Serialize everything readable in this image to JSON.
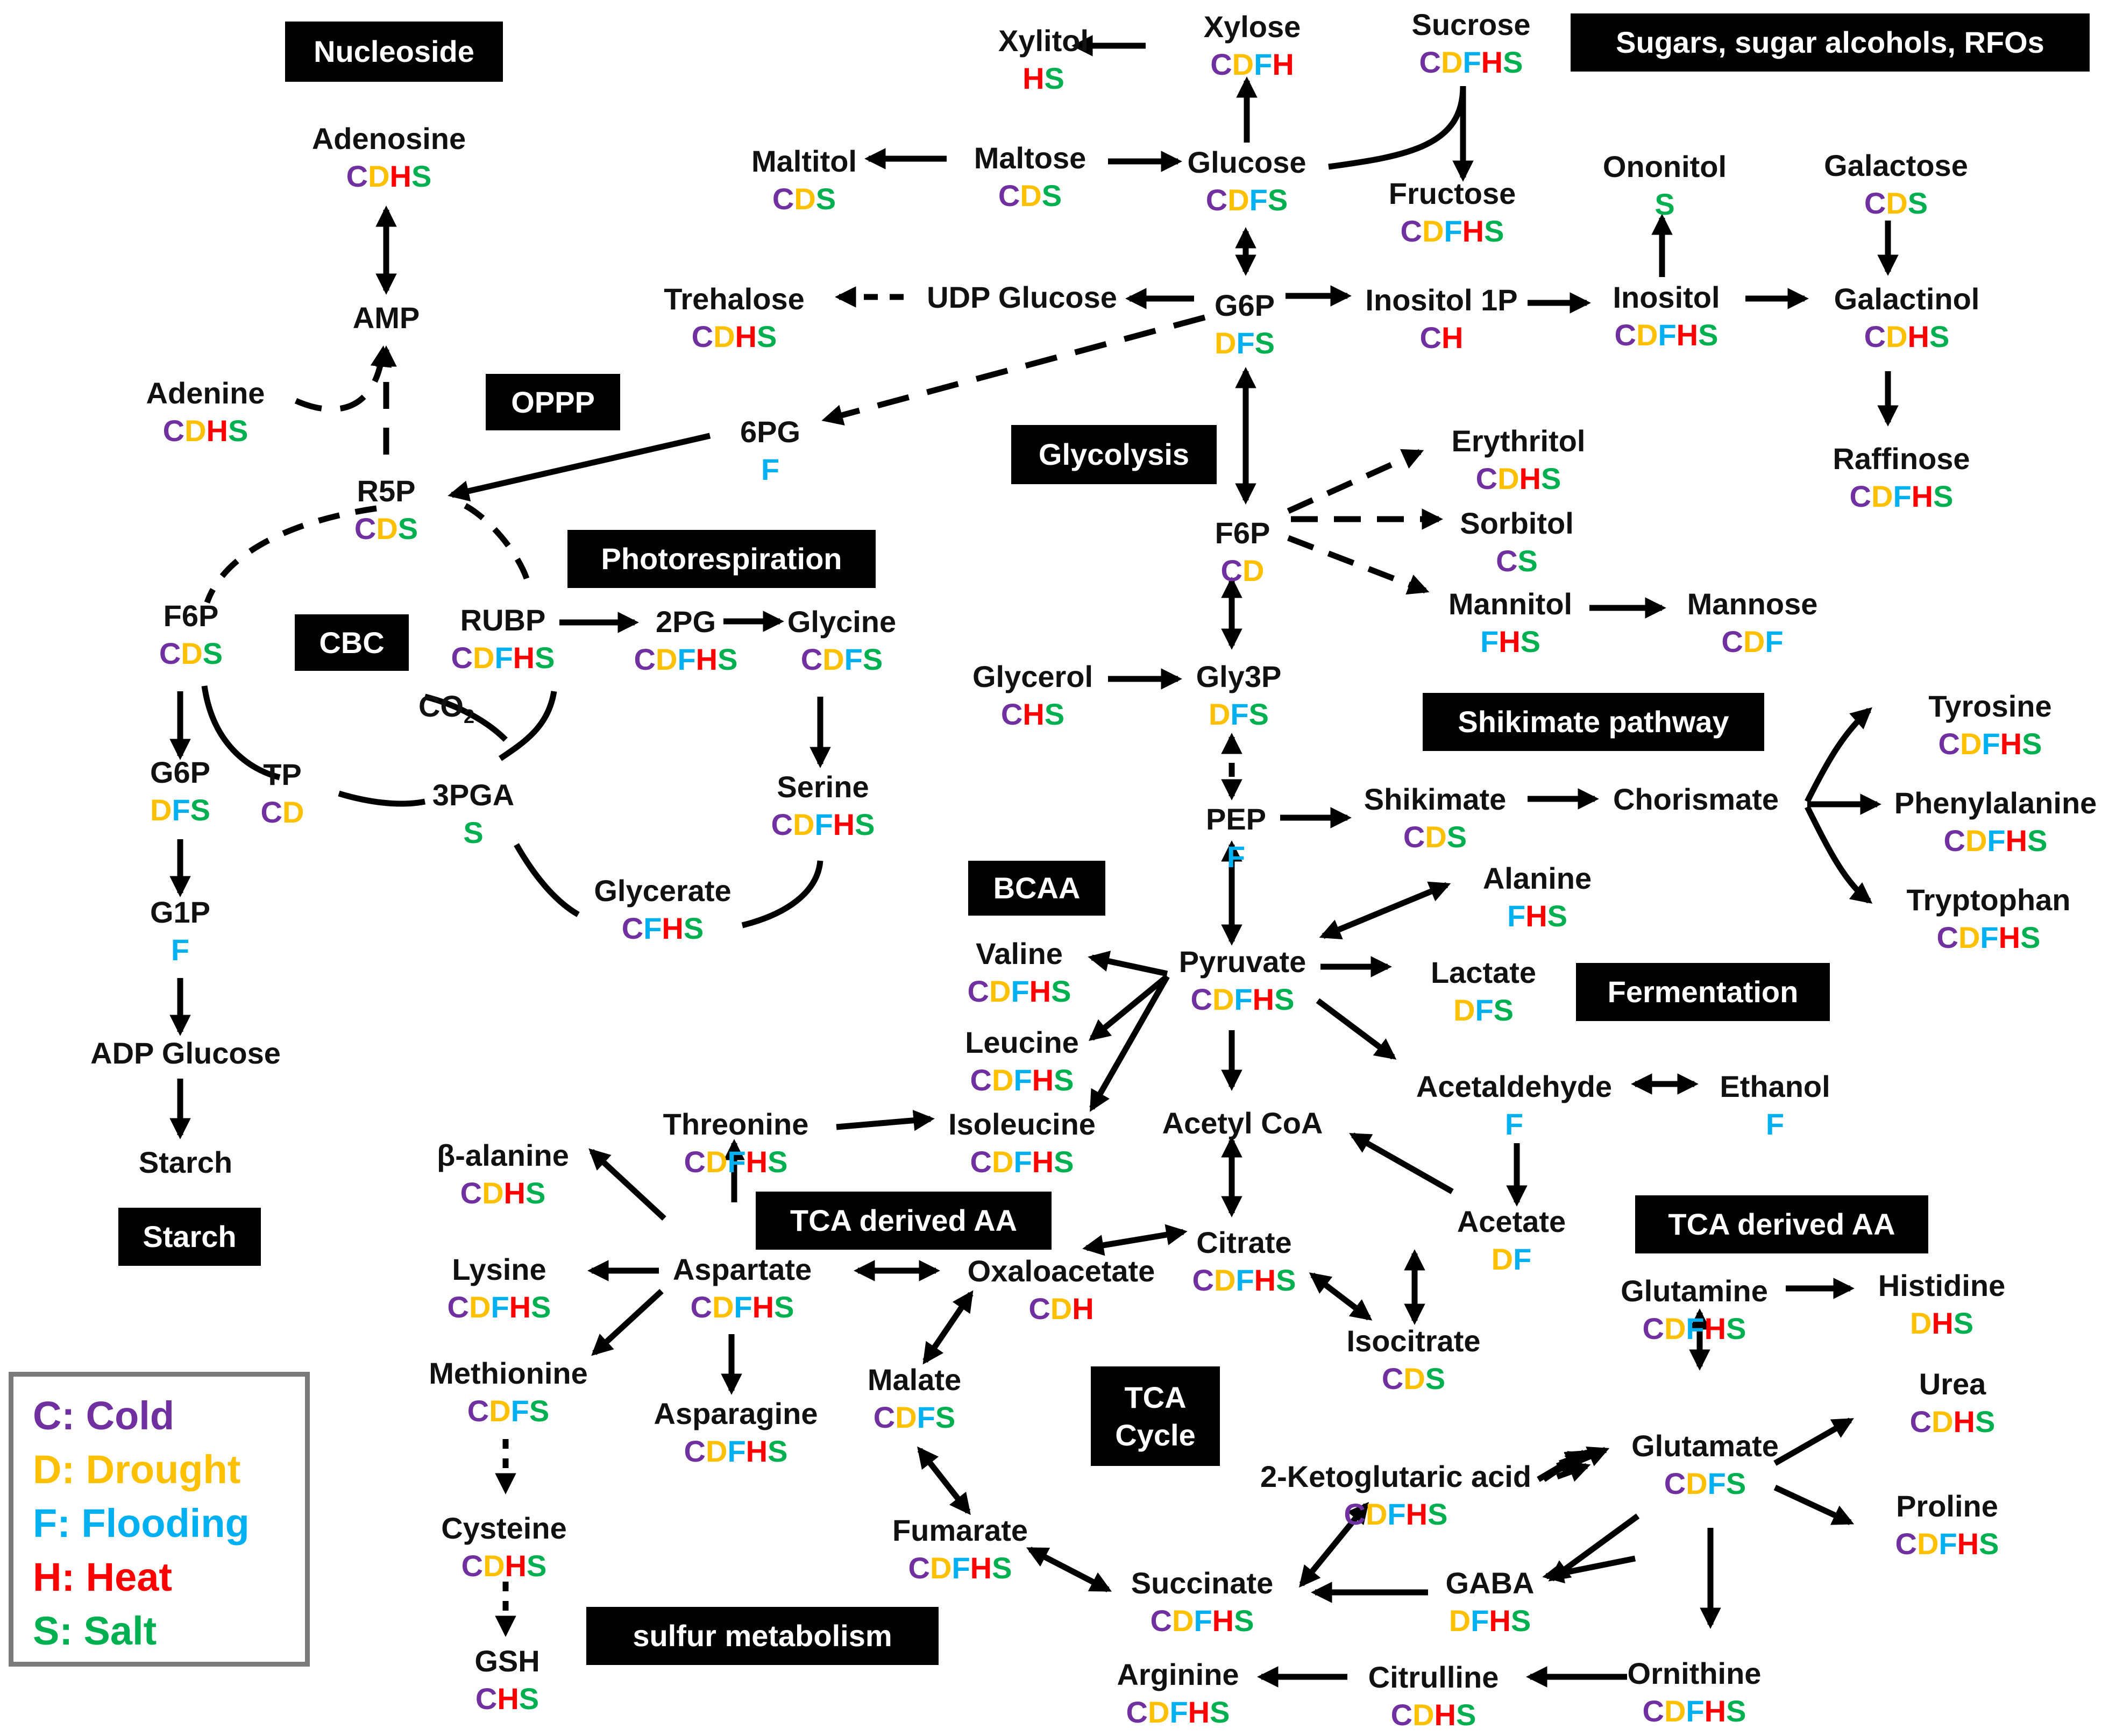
{
  "colors": {
    "C": "#7030a0",
    "D": "#ffc000",
    "F": "#00b0f0",
    "H": "#ff0000",
    "S": "#00b050"
  },
  "labels": {
    "nucleoside": "Nucleoside",
    "sugars": "Sugars, sugar alcohols, RFOs",
    "oppp": "OPPP",
    "glycolysis": "Glycolysis",
    "photorespiration": "Photorespiration",
    "cbc": "CBC",
    "shikimate": "Shikimate pathway",
    "bcaa": "BCAA",
    "fermentation": "Fermentation",
    "tca_aa_left": "TCA derived AA",
    "tca_aa_right": "TCA derived AA",
    "tca_cycle": "TCA Cycle",
    "starch": "Starch",
    "sulfur": "sulfur metabolism"
  },
  "legend": [
    {
      "letter": "C",
      "text": "C: Cold"
    },
    {
      "letter": "D",
      "text": "D: Drought"
    },
    {
      "letter": "F",
      "text": "F: Flooding"
    },
    {
      "letter": "H",
      "text": "H: Heat"
    },
    {
      "letter": "S",
      "text": "S: Salt"
    }
  ],
  "metabolites": {
    "xylitol": {
      "name": "Xylitol",
      "codes": "HS"
    },
    "xylose": {
      "name": "Xylose",
      "codes": "CDFH"
    },
    "sucrose": {
      "name": "Sucrose",
      "codes": "CDFHS"
    },
    "maltitol": {
      "name": "Maltitol",
      "codes": "CDS"
    },
    "maltose": {
      "name": "Maltose",
      "codes": "CDS"
    },
    "glucose": {
      "name": "Glucose",
      "codes": "CDFS"
    },
    "fructose": {
      "name": "Fructose",
      "codes": "CDFHS"
    },
    "ononitol": {
      "name": "Ononitol",
      "codes": "S"
    },
    "galactose": {
      "name": "Galactose",
      "codes": "CDS"
    },
    "adenosine": {
      "name": "Adenosine",
      "codes": "CDHS"
    },
    "amp": {
      "name": "AMP",
      "codes": ""
    },
    "adenine": {
      "name": "Adenine",
      "codes": "CDHS"
    },
    "trehalose": {
      "name": "Trehalose",
      "codes": "CDHS"
    },
    "udpglucose": {
      "name": "UDP Glucose",
      "codes": ""
    },
    "g6p_top": {
      "name": "G6P",
      "codes": "DFS"
    },
    "inositol1p": {
      "name": "Inositol 1P",
      "codes": "CH"
    },
    "inositol": {
      "name": "Inositol",
      "codes": "CDFHS"
    },
    "galactinol": {
      "name": "Galactinol",
      "codes": "CDHS"
    },
    "raffinose": {
      "name": "Raffinose",
      "codes": "CDFHS"
    },
    "sixpg": {
      "name": "6PG",
      "codes": "F"
    },
    "r5p": {
      "name": "R5P",
      "codes": "CDS"
    },
    "erythritol": {
      "name": "Erythritol",
      "codes": "CDHS"
    },
    "sorbitol": {
      "name": "Sorbitol",
      "codes": "CS"
    },
    "f6p_mid": {
      "name": "F6P",
      "codes": "CD"
    },
    "mannitol": {
      "name": "Mannitol",
      "codes": "FHS"
    },
    "mannose": {
      "name": "Mannose",
      "codes": "CDF"
    },
    "f6p_left": {
      "name": "F6P",
      "codes": "CDS"
    },
    "rubp": {
      "name": "RUBP",
      "codes": "CDFHS"
    },
    "twopg": {
      "name": "2PG",
      "codes": "CDFHS"
    },
    "glycine": {
      "name": "Glycine",
      "codes": "CDFS"
    },
    "glycerol": {
      "name": "Glycerol",
      "codes": "CHS"
    },
    "gly3p": {
      "name": "Gly3P",
      "codes": "DFS"
    },
    "co2": {
      "name": "CO",
      "sub": "2"
    },
    "g6p_left": {
      "name": "G6P",
      "codes": "DFS"
    },
    "tp": {
      "name": "TP",
      "codes": "CD"
    },
    "threepga": {
      "name": "3PGA",
      "codes": "S"
    },
    "serine": {
      "name": "Serine",
      "codes": "CDFHS"
    },
    "tyrosine": {
      "name": "Tyrosine",
      "codes": "CDFHS"
    },
    "pep": {
      "name": "PEP",
      "codes": "F"
    },
    "shikimate": {
      "name": "Shikimate",
      "codes": "CDS"
    },
    "chorismate": {
      "name": "Chorismate",
      "codes": ""
    },
    "phenylalanine": {
      "name": "Phenylalanine",
      "codes": "CDFHS"
    },
    "tryptophan": {
      "name": "Tryptophan",
      "codes": "CDFHS"
    },
    "g1p": {
      "name": "G1P",
      "codes": "F"
    },
    "glycerate": {
      "name": "Glycerate",
      "codes": "CFHS"
    },
    "alanine": {
      "name": "Alanine",
      "codes": "FHS"
    },
    "valine": {
      "name": "Valine",
      "codes": "CDFHS"
    },
    "pyruvate": {
      "name": "Pyruvate",
      "codes": "CDFHS"
    },
    "lactate": {
      "name": "Lactate",
      "codes": "DFS"
    },
    "leucine": {
      "name": "Leucine",
      "codes": "CDFHS"
    },
    "adpglucose": {
      "name": "ADP Glucose",
      "codes": ""
    },
    "threonine": {
      "name": "Threonine",
      "codes": "CDFHS"
    },
    "isoleucine": {
      "name": "Isoleucine",
      "codes": "CDFHS"
    },
    "acetylcoa": {
      "name": "Acetyl CoA",
      "codes": ""
    },
    "acetaldehyde": {
      "name": "Acetaldehyde",
      "codes": "F"
    },
    "ethanol": {
      "name": "Ethanol",
      "codes": "F"
    },
    "starch_m": {
      "name": "Starch",
      "codes": ""
    },
    "betaalanine": {
      "name": "β-alanine",
      "codes": "CDHS"
    },
    "acetate": {
      "name": "Acetate",
      "codes": "DF"
    },
    "citrate": {
      "name": "Citrate",
      "codes": "CDFHS"
    },
    "lysine": {
      "name": "Lysine",
      "codes": "CDFHS"
    },
    "aspartate": {
      "name": "Aspartate",
      "codes": "CDFHS"
    },
    "oxaloacetate": {
      "name": "Oxaloacetate",
      "codes": "CDH"
    },
    "glutamine": {
      "name": "Glutamine",
      "codes": "CDFHS"
    },
    "histidine": {
      "name": "Histidine",
      "codes": "DHS"
    },
    "isocitrate": {
      "name": "Isocitrate",
      "codes": "CDS"
    },
    "methionine": {
      "name": "Methionine",
      "codes": "CDFS"
    },
    "malate": {
      "name": "Malate",
      "codes": "CDFS"
    },
    "urea": {
      "name": "Urea",
      "codes": "CDHS"
    },
    "asparagine": {
      "name": "Asparagine",
      "codes": "CDFHS"
    },
    "glutamate": {
      "name": "Glutamate",
      "codes": "CDFS"
    },
    "ketoglutaric": {
      "name": "2-Ketoglutaric acid",
      "codes": "CDFHS"
    },
    "cysteine": {
      "name": "Cysteine",
      "codes": "CDHS"
    },
    "proline": {
      "name": "Proline",
      "codes": "CDFHS"
    },
    "fumarate": {
      "name": "Fumarate",
      "codes": "CDFHS"
    },
    "succinate": {
      "name": "Succinate",
      "codes": "CDFHS"
    },
    "gaba": {
      "name": "GABA",
      "codes": "DFHS"
    },
    "gsh": {
      "name": "GSH",
      "codes": "CHS"
    },
    "ornithine": {
      "name": "Ornithine",
      "codes": "CDFHS"
    },
    "arginine": {
      "name": "Arginine",
      "codes": "CDFHS"
    },
    "citrulline": {
      "name": "Citrulline",
      "codes": "CDHS"
    }
  }
}
